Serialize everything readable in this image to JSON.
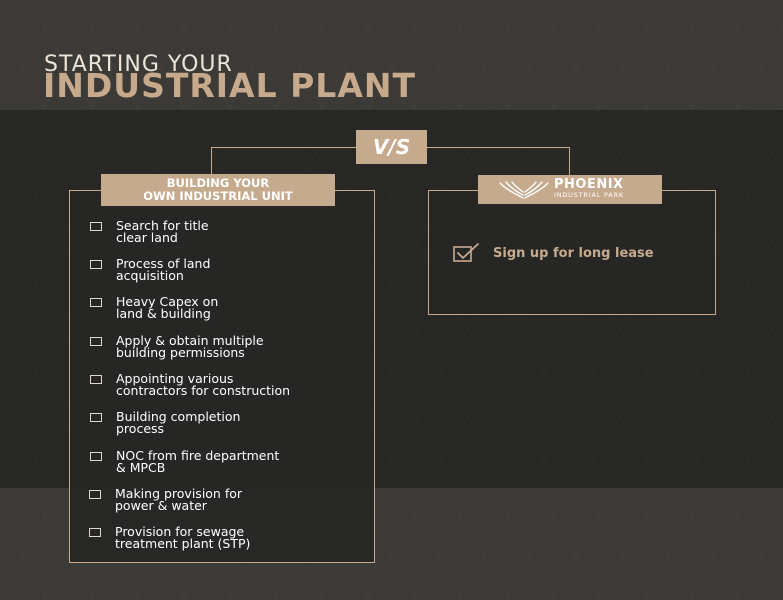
{
  "title": {
    "line1": "STARTING YOUR",
    "line2": "INDUSTRIAL PLANT"
  },
  "vs_label": "V/S",
  "left": {
    "header_line1": "BUILDING YOUR",
    "header_line2": "OWN INDUSTRIAL UNIT",
    "items": [
      {
        "line1": "Search for title",
        "line2": "clear land"
      },
      {
        "line1": "Process of land",
        "line2": "acquisition"
      },
      {
        "line1": "Heavy Capex on",
        "line2": "land & building"
      },
      {
        "line1": "Apply & obtain multiple",
        "line2": "building permissions"
      },
      {
        "line1": "Appointing various",
        "line2": "contractors for construction"
      },
      {
        "line1": "Building completion",
        "line2": "process"
      },
      {
        "line1": "NOC from fire department",
        "line2": "& MPCB"
      },
      {
        "line1": "Making provision for",
        "line2": "power & water"
      },
      {
        "line1": "Provision for sewage",
        "line2": "treatment plant (STP)"
      }
    ]
  },
  "right": {
    "brand_name": "PHOENIX",
    "brand_sub": "INDUSTRIAL PARK",
    "items": [
      {
        "label": "Sign up for long lease"
      }
    ]
  },
  "colors": {
    "accent": "#c6aa8d",
    "band": "#3b3936",
    "panel_bg": "#272725",
    "title_light": "#ece3d8"
  },
  "icons": {
    "checkbox": "checkbox-empty-icon",
    "checked": "checkbox-checked-icon",
    "logo": "phoenix-wings-icon"
  }
}
